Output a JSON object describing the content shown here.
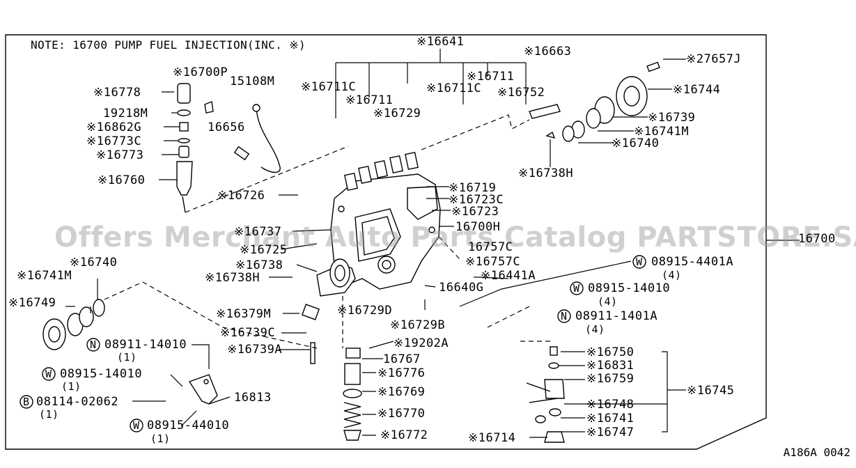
{
  "note": "NOTE: 16700 PUMP FUEL INJECTION(INC. ※)",
  "watermark": "Offers Merchant Auto Parts Catalog PARTSTORE.SA",
  "diagram_code": "A186A 0042",
  "labels": [
    {
      "id": "l01",
      "text": "※16641"
    },
    {
      "id": "l02",
      "text": "※16663"
    },
    {
      "id": "l03",
      "text": "※27657J"
    },
    {
      "id": "l04",
      "text": "※16700P"
    },
    {
      "id": "l05",
      "text": "※16778"
    },
    {
      "id": "l06",
      "text": "15108M"
    },
    {
      "id": "l07",
      "text": "19218M"
    },
    {
      "id": "l08",
      "text": "※16862G"
    },
    {
      "id": "l09",
      "text": "※16773C"
    },
    {
      "id": "l10",
      "text": "※16773"
    },
    {
      "id": "l11",
      "text": "16656"
    },
    {
      "id": "l12",
      "text": "※16760"
    },
    {
      "id": "l13",
      "text": "※16711C"
    },
    {
      "id": "l14",
      "text": "※16711"
    },
    {
      "id": "l15",
      "text": "※16729"
    },
    {
      "id": "l16",
      "text": "※16711C"
    },
    {
      "id": "l17",
      "text": "※16711"
    },
    {
      "id": "l18",
      "text": "※16752"
    },
    {
      "id": "l19",
      "text": "※16744"
    },
    {
      "id": "l20",
      "text": "※16739"
    },
    {
      "id": "l21",
      "text": "※16741M"
    },
    {
      "id": "l22",
      "text": "※16740"
    },
    {
      "id": "l23",
      "text": "※16738H"
    },
    {
      "id": "l24",
      "text": "※16726"
    },
    {
      "id": "l25",
      "text": "※16719"
    },
    {
      "id": "l26",
      "text": "※16723C"
    },
    {
      "id": "l27",
      "text": "※16723"
    },
    {
      "id": "l28",
      "text": "※16737"
    },
    {
      "id": "l29",
      "text": "16700H"
    },
    {
      "id": "l30",
      "text": "16700"
    },
    {
      "id": "l31",
      "text": "※16725"
    },
    {
      "id": "l32",
      "text": "16757C"
    },
    {
      "id": "l33",
      "text": "※16757C"
    },
    {
      "id": "l34",
      "text": "※16740"
    },
    {
      "id": "l35",
      "text": "※16738"
    },
    {
      "id": "l36",
      "text": "※16741M"
    },
    {
      "id": "l37",
      "text": "※16738H"
    },
    {
      "id": "l38",
      "text": "※16441A"
    },
    {
      "id": "l39",
      "text": "08915-4401A"
    },
    {
      "id": "l40",
      "text": "(4)"
    },
    {
      "id": "l41",
      "text": "※16749"
    },
    {
      "id": "l42",
      "text": "16640G"
    },
    {
      "id": "l43",
      "text": "08915-14010"
    },
    {
      "id": "l44",
      "text": "(4)"
    },
    {
      "id": "l45",
      "text": "※16379M"
    },
    {
      "id": "l46",
      "text": "※16729D"
    },
    {
      "id": "l47",
      "text": "08911-1401A"
    },
    {
      "id": "l48",
      "text": "(4)"
    },
    {
      "id": "l49",
      "text": "※16739C"
    },
    {
      "id": "l50",
      "text": "※16729B"
    },
    {
      "id": "l51",
      "text": "08911-14010"
    },
    {
      "id": "l52",
      "text": "(1)"
    },
    {
      "id": "l53",
      "text": "※16739A"
    },
    {
      "id": "l54",
      "text": "※19202A"
    },
    {
      "id": "l55",
      "text": "16767"
    },
    {
      "id": "l56",
      "text": "※16750"
    },
    {
      "id": "l57",
      "text": "08915-14010"
    },
    {
      "id": "l58",
      "text": "(1)"
    },
    {
      "id": "l59",
      "text": "※16776"
    },
    {
      "id": "l60",
      "text": "※16831"
    },
    {
      "id": "l61",
      "text": "※16759"
    },
    {
      "id": "l62",
      "text": "※16745"
    },
    {
      "id": "l63",
      "text": "※16769"
    },
    {
      "id": "l64",
      "text": "08114-02062"
    },
    {
      "id": "l65",
      "text": "(1)"
    },
    {
      "id": "l66",
      "text": "16813"
    },
    {
      "id": "l67",
      "text": "※16748"
    },
    {
      "id": "l68",
      "text": "※16770"
    },
    {
      "id": "l69",
      "text": "※16741"
    },
    {
      "id": "l70",
      "text": "08915-44010"
    },
    {
      "id": "l71",
      "text": "(1)"
    },
    {
      "id": "l72",
      "text": "※16772"
    },
    {
      "id": "l73",
      "text": "※16747"
    },
    {
      "id": "l74",
      "text": "※16714"
    }
  ],
  "badges": [
    {
      "id": "b1",
      "text": "W"
    },
    {
      "id": "b2",
      "text": "W"
    },
    {
      "id": "b3",
      "text": "N"
    },
    {
      "id": "b4",
      "text": "N"
    },
    {
      "id": "b5",
      "text": "W"
    },
    {
      "id": "b6",
      "text": "B"
    },
    {
      "id": "b7",
      "text": "W"
    }
  ]
}
